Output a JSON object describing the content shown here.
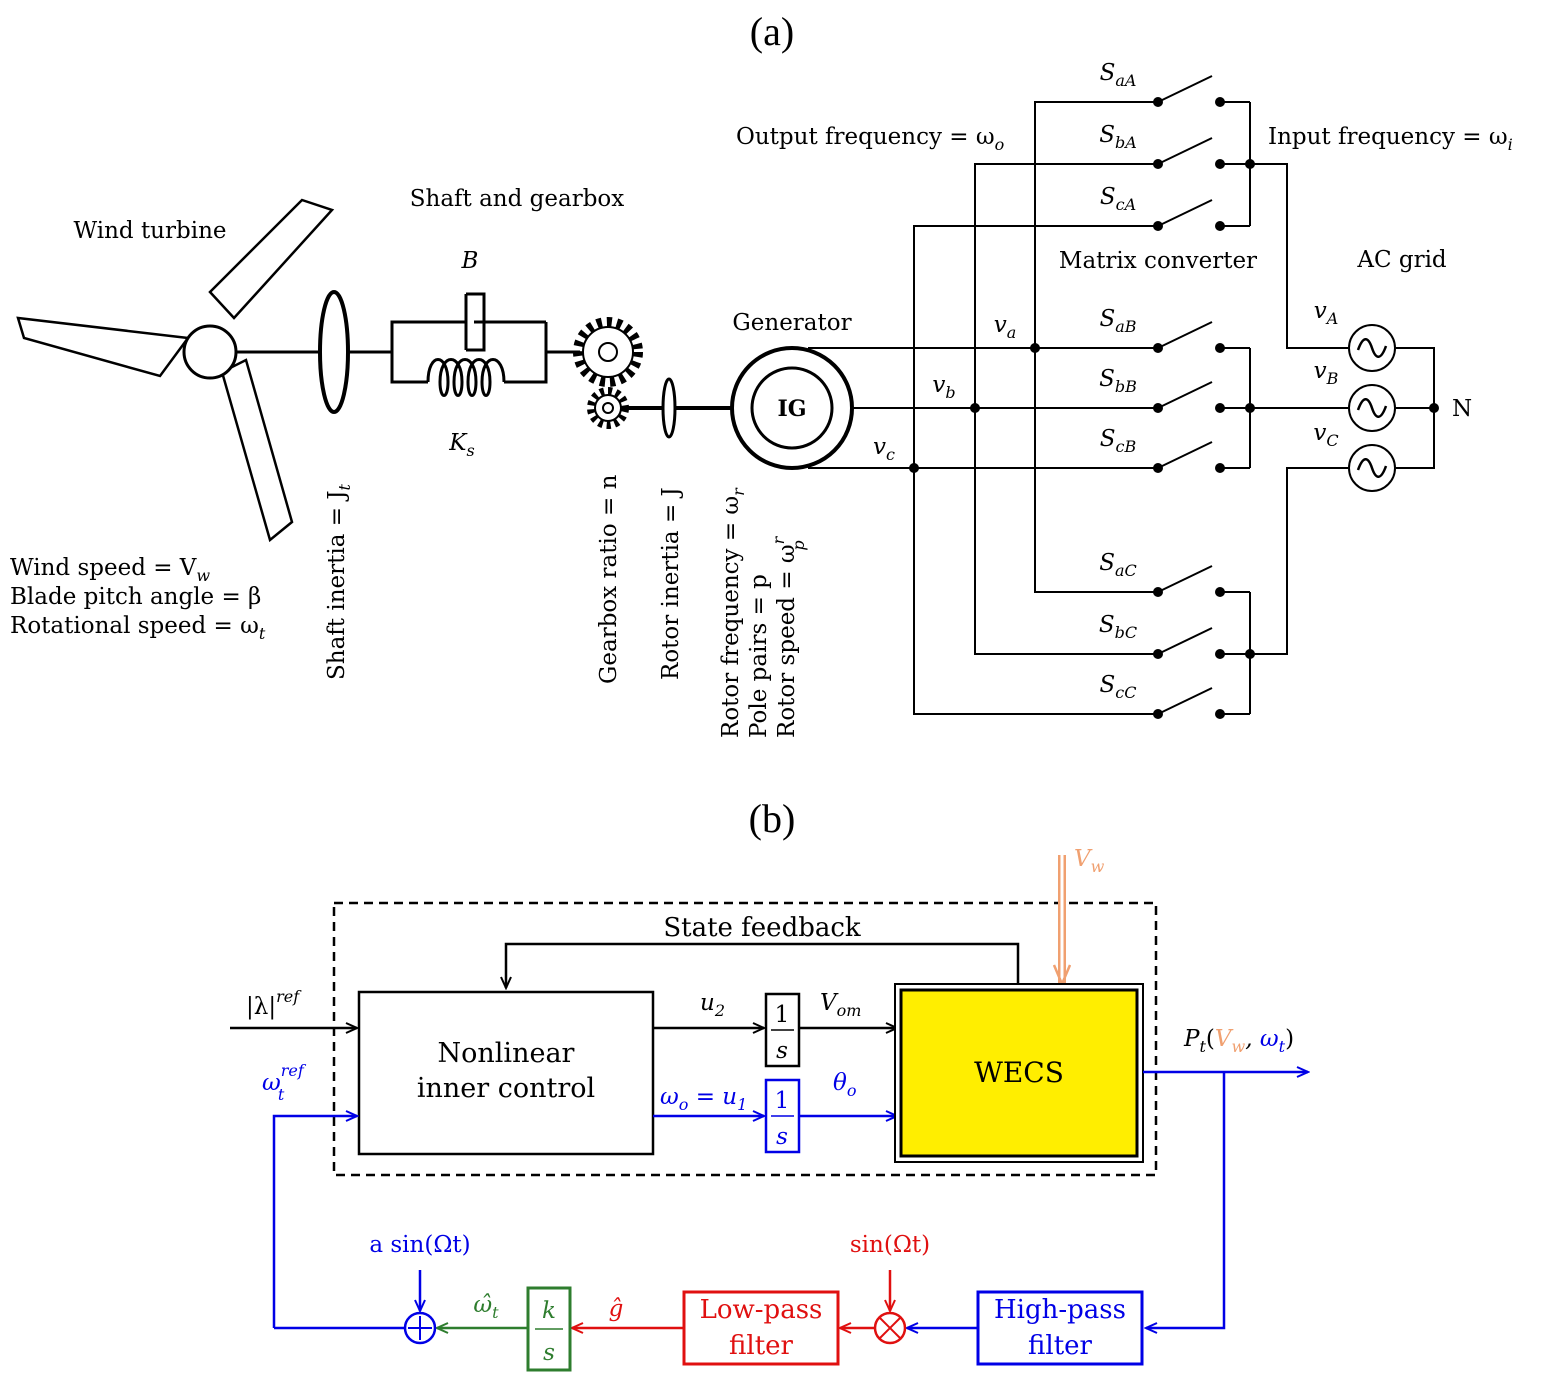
{
  "caption_a": "(a)",
  "caption_b": "(b)",
  "part_a": {
    "wind_turbine": "Wind turbine",
    "shaft_gearbox": "Shaft and gearbox",
    "damping": "B",
    "stiffness": "K",
    "stiffness_sub": "s",
    "generator": "Generator",
    "ig": "IG",
    "matrix_converter": "Matrix converter",
    "ac_grid": "AC grid",
    "output_freq": "Output frequency = ω",
    "output_freq_sub": "o",
    "input_freq": "Input frequency = ω",
    "input_freq_sub": "i",
    "neutral": "N",
    "wind_speed": "Wind speed = V",
    "wind_speed_sub": "w",
    "blade_pitch": "Blade pitch angle = β",
    "rot_speed": "Rotational speed = ω",
    "rot_speed_sub": "t",
    "shaft_inertia": "Shaft inertia = J",
    "shaft_inertia_sub": "t",
    "gearbox_ratio": "Gearbox ratio = n",
    "rotor_inertia": "Rotor inertia = J",
    "rotor_freq": "Rotor frequency = ω",
    "rotor_freq_sub": "r",
    "pole_pairs": "Pole pairs = p",
    "rotor_speed": "Rotor speed = ω",
    "rotor_speed_sub": "r",
    "rotor_speed_den": "p",
    "gen_v": [
      {
        "main": "v",
        "sub": "a"
      },
      {
        "main": "v",
        "sub": "b"
      },
      {
        "main": "v",
        "sub": "c"
      }
    ],
    "grid_v": [
      {
        "main": "v",
        "sub": "A"
      },
      {
        "main": "v",
        "sub": "B"
      },
      {
        "main": "v",
        "sub": "C"
      }
    ],
    "switches": [
      {
        "main": "S",
        "sub": "aA"
      },
      {
        "main": "S",
        "sub": "bA"
      },
      {
        "main": "S",
        "sub": "cA"
      },
      {
        "main": "S",
        "sub": "aB"
      },
      {
        "main": "S",
        "sub": "bB"
      },
      {
        "main": "S",
        "sub": "cB"
      },
      {
        "main": "S",
        "sub": "aC"
      },
      {
        "main": "S",
        "sub": "bC"
      },
      {
        "main": "S",
        "sub": "cC"
      }
    ]
  },
  "part_b": {
    "state_feedback": "State feedback",
    "lambda_ref": "|λ|",
    "lambda_ref_sup": "ref",
    "omega_ref": "ω",
    "omega_ref_sub": "t",
    "omega_ref_sup": "ref",
    "inner_control_1": "Nonlinear",
    "inner_control_2": "inner control",
    "u2": "u",
    "u2_sub": "2",
    "vom": "V",
    "vom_sub": "om",
    "omega_o": "ω",
    "omega_o_sub": "o",
    "omega_o_rest": " = u",
    "omega_o_rest_sub": "1",
    "theta_o": "θ",
    "theta_o_sub": "o",
    "int_num": "1",
    "int_den": "s",
    "wecs": "WECS",
    "vw": "V",
    "vw_sub": "w",
    "pt": "P",
    "pt_sub": "t",
    "pt_open": "(",
    "pt_vw": "V",
    "pt_vw_sub": "w",
    "pt_comma": ", ",
    "pt_omega": "ω",
    "pt_omega_sub": "t",
    "pt_close": ")",
    "dither": "a sin(Ωt)",
    "demod": "sin(Ωt)",
    "omega_hat": "ω̂",
    "omega_hat_sub": "t",
    "g_hat": "ĝ",
    "gain_num": "k",
    "gain_den": "s",
    "lpf_1": "Low-pass",
    "lpf_2": "filter",
    "hpf_1": "High-pass",
    "hpf_2": "filter"
  },
  "colors": {
    "black": "#000000",
    "blue": "#0000e6",
    "red": "#e01010",
    "green": "#2e7d2e",
    "orange": "#f0a070",
    "yellow": "#ffee00"
  }
}
